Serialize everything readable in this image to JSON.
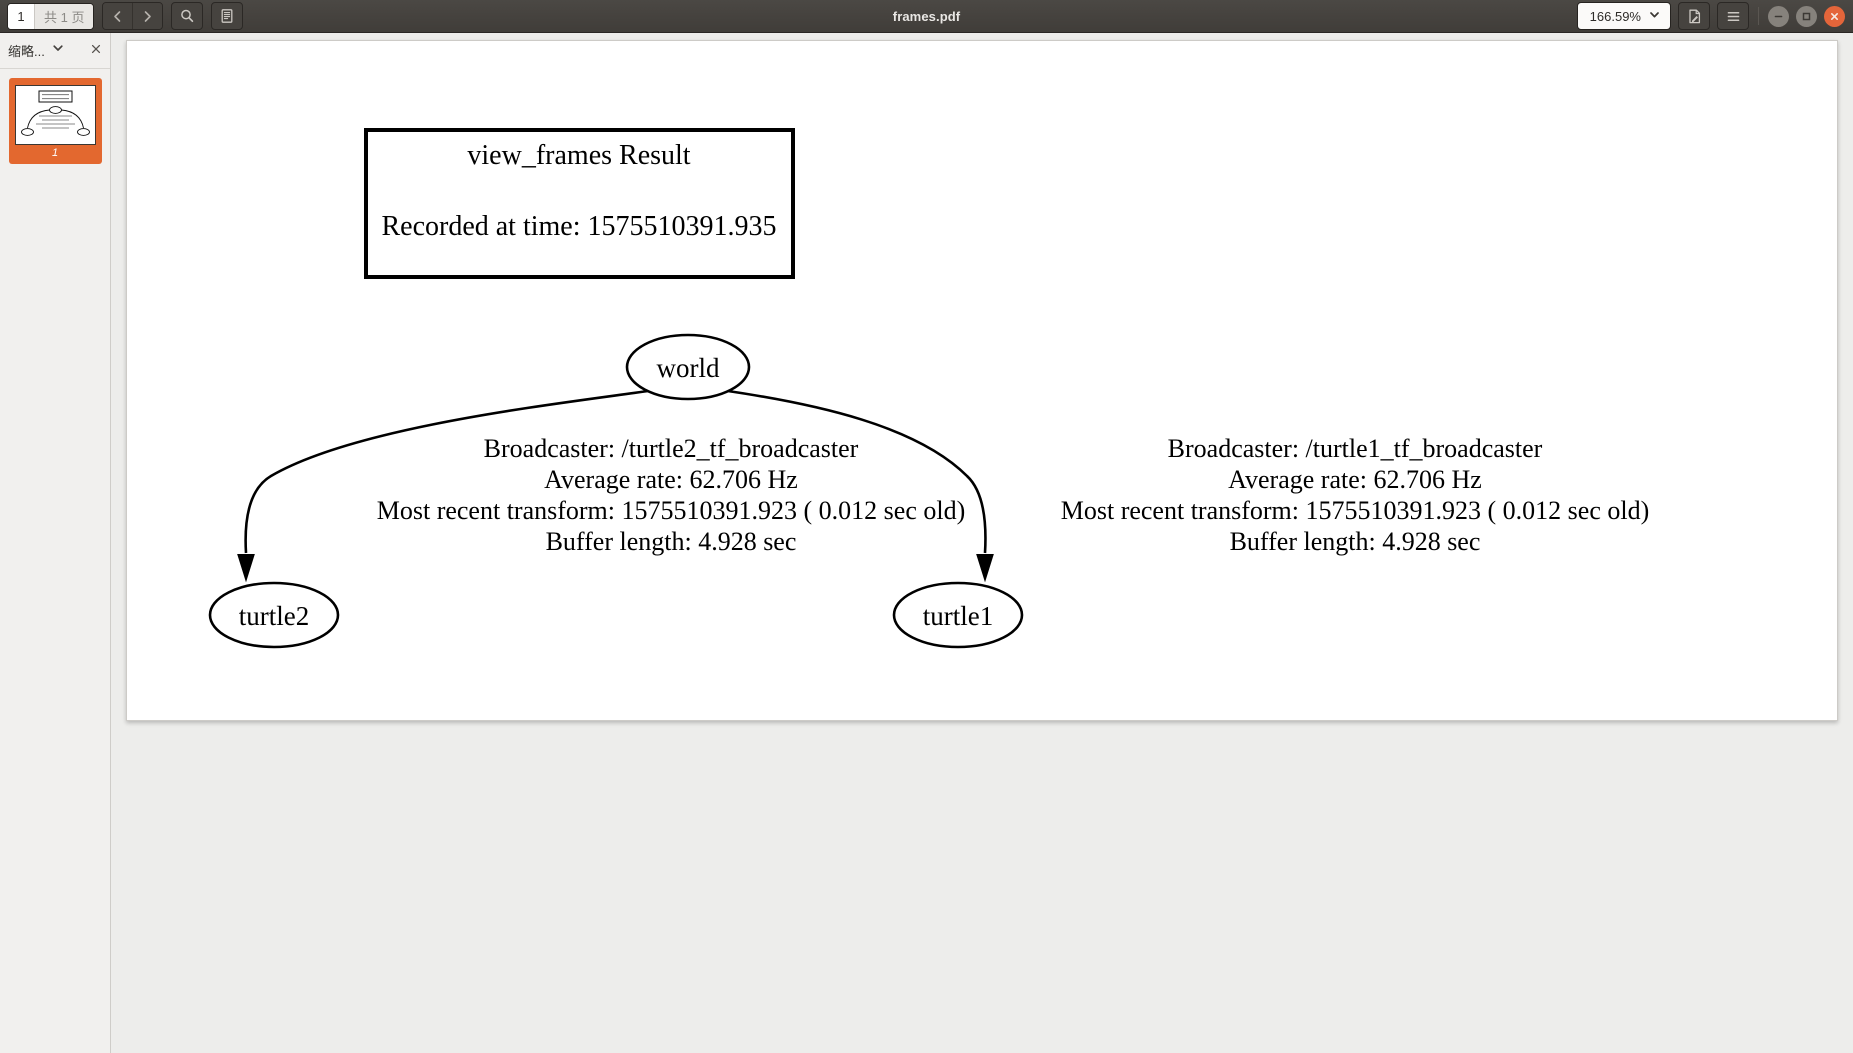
{
  "window": {
    "title": "frames.pdf"
  },
  "toolbar": {
    "page_current": "1",
    "page_total_label": "共 1 页",
    "prev_icon": "chevron-left-icon",
    "next_icon": "chevron-right-icon",
    "search_icon": "search-icon",
    "outline_icon": "document-outline-icon",
    "zoom_value": "166.59%",
    "zoom_chevron_icon": "chevron-down-icon",
    "annotate_icon": "annotate-document-icon",
    "menu_icon": "hamburger-menu-icon",
    "minimize_icon": "minimize-icon",
    "maximize_icon": "maximize-icon",
    "close_icon": "close-icon",
    "accent_close": "#e4653a",
    "bar_color": "#46433f"
  },
  "sidebar": {
    "title": "缩略...",
    "chevron_icon": "chevron-down-icon",
    "close_icon": "close-icon",
    "selected_color": "#e3682f",
    "thumbnails": [
      {
        "label": "1",
        "selected": true
      }
    ]
  },
  "document": {
    "title_box": {
      "heading": "view_frames Result",
      "recorded": "Recorded at time: 1575510391.935"
    },
    "nodes": {
      "root": "world",
      "left": "turtle2",
      "right": "turtle1"
    },
    "edge_labels": {
      "left": {
        "broadcaster": "Broadcaster: /turtle2_tf_broadcaster",
        "rate": "Average rate: 62.706 Hz",
        "recent": "Most recent transform: 1575510391.923 ( 0.012 sec old)",
        "buffer": "Buffer length: 4.928 sec"
      },
      "right": {
        "broadcaster": "Broadcaster: /turtle1_tf_broadcaster",
        "rate": "Average rate: 62.706 Hz",
        "recent": "Most recent transform: 1575510391.923 ( 0.012 sec old)",
        "buffer": "Buffer length: 4.928 sec"
      }
    }
  }
}
